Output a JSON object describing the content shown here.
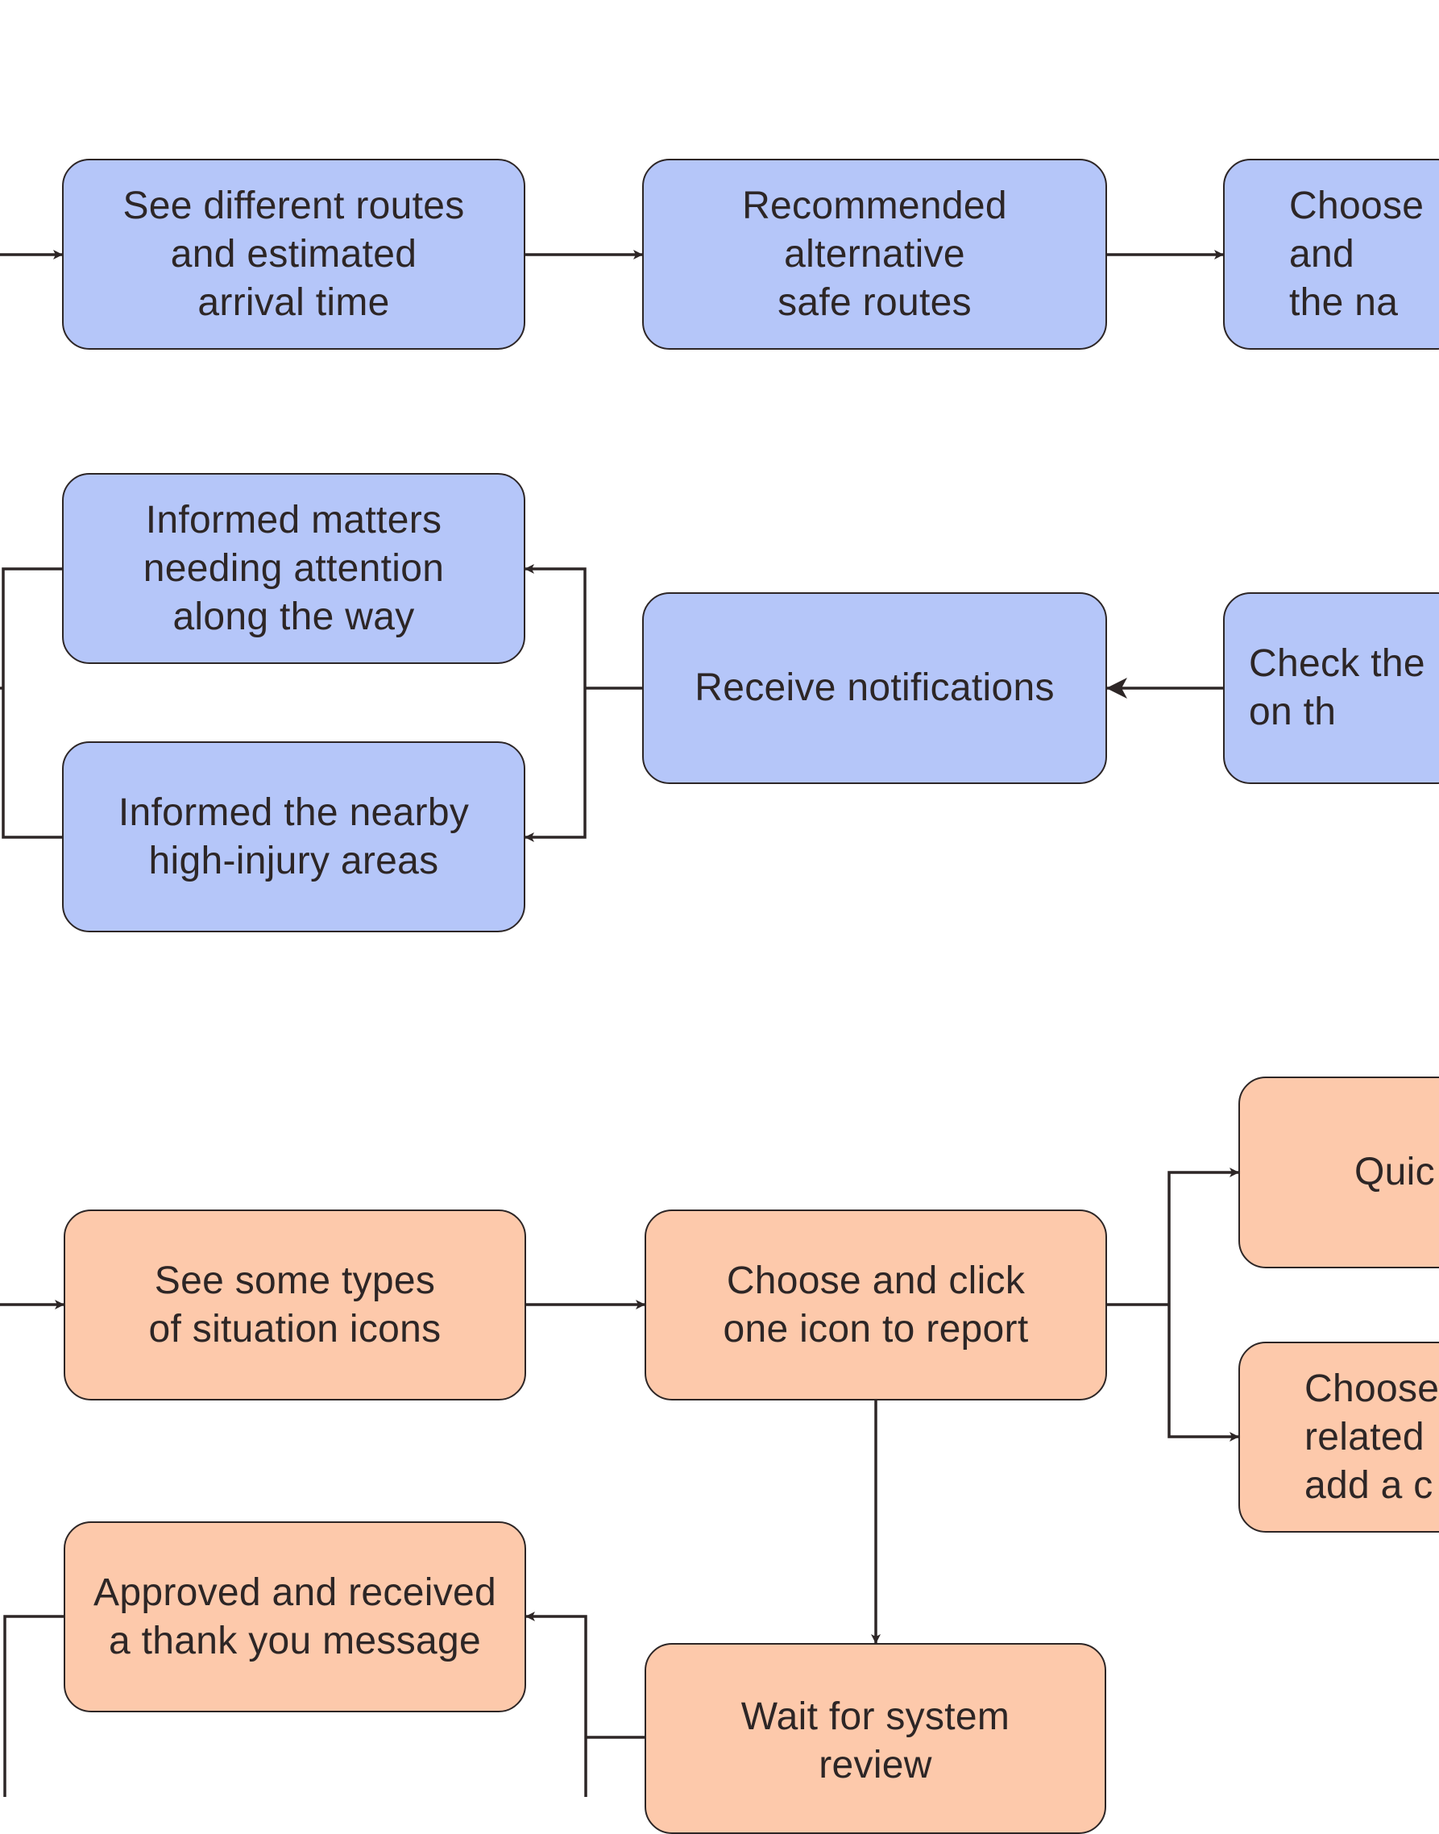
{
  "colors": {
    "line": "#2d2626",
    "navigation_fill": "#b5c6f9",
    "report_fill": "#fdc9ab"
  },
  "nodes": {
    "routes": "See different routes\nand estimated\narrival time",
    "recommended": "Recommended\nalternative\nsafe routes",
    "choose_nav": "Choose\nand\nthe na",
    "informed_matters": "Informed matters\nneeding attention\nalong the way",
    "receive_notifications": "Receive notifications",
    "check_the": "Check the\non th",
    "informed_nearby": "Informed the nearby\nhigh-injury areas",
    "situation_icons": "See some types\nof situation icons",
    "choose_click": "Choose and click\none icon to report",
    "quick": "Quic",
    "choose_related": "Choose\nrelated\nadd a c",
    "approved": "Approved and received\na thank you message",
    "wait_review": "Wait for system\nreview"
  }
}
